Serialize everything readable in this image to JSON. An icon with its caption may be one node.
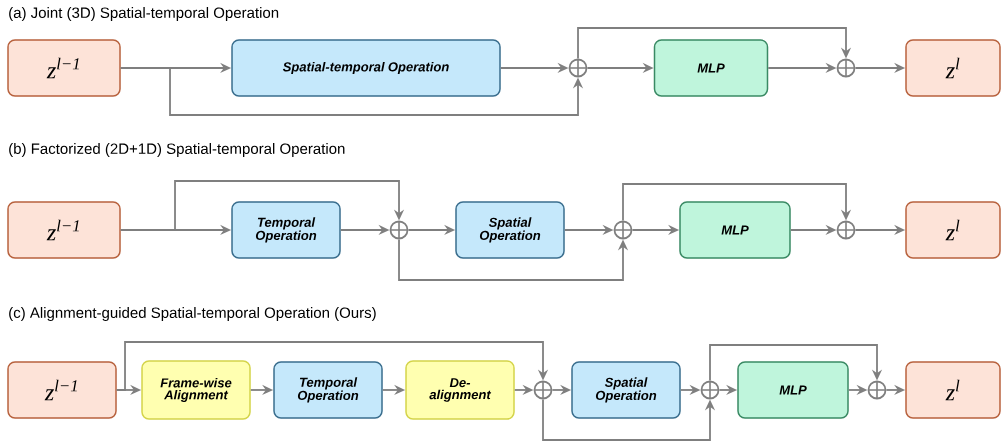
{
  "diagram": {
    "nodes": [
      {
        "text": [
          "z$^{l−1}$"
        ]
      },
      {
        "text": [
          "Spatial-temporal Operation"
        ]
      },
      {
        "text": [],
        "shape": "circle"
      },
      {
        "text": [
          "MLP"
        ]
      },
      {
        "text": [],
        "shape": "circle"
      },
      {
        "text": [
          "z$^{l}$"
        ]
      },
      {
        "text": [
          "z$^{l−1}$"
        ]
      },
      {
        "text": [
          "Temporal Operation"
        ]
      },
      {
        "text": [],
        "shape": "circle"
      },
      {
        "text": [
          "Spatial Operation"
        ]
      },
      {
        "text": [],
        "shape": "circle"
      },
      {
        "text": [
          "MLP"
        ]
      },
      {
        "text": [],
        "shape": "circle"
      },
      {
        "text": [
          "z$^{l}$"
        ]
      },
      {
        "text": [
          "z$^{l−1}$"
        ]
      },
      {
        "text": [
          "Frame-wise Alignment"
        ]
      },
      {
        "text": [
          "Temporal Operation"
        ]
      },
      {
        "text": [
          "De-alignment"
        ]
      },
      {
        "text": [],
        "shape": "circle"
      },
      {
        "text": [
          "Spatial Operation"
        ]
      },
      {
        "text": [],
        "shape": "circle"
      },
      {
        "text": [
          "MLP"
        ]
      },
      {
        "text": [],
        "shape": "circle"
      },
      {
        "text": [
          "z$^{l}$"
        ]
      }
    ],
    "edges": [
      {
        "from": 0,
        "to": 1,
        "arrow": "to"
      },
      {
        "from": 0,
        "to": 2,
        "arrow": "to"
      },
      {
        "from": 1,
        "to": 2,
        "arrow": "to"
      },
      {
        "from": 2,
        "to": 3,
        "arrow": "to"
      },
      {
        "from": 2,
        "to": 4,
        "arrow": "to"
      },
      {
        "from": 3,
        "to": 4,
        "arrow": "to"
      },
      {
        "from": 4,
        "to": 5,
        "arrow": "to"
      },
      {
        "from": 6,
        "to": 7,
        "arrow": "to"
      },
      {
        "from": 6,
        "to": 8,
        "arrow": "to"
      },
      {
        "from": 7,
        "to": 8,
        "arrow": "to"
      },
      {
        "from": 8,
        "to": 9,
        "arrow": "to"
      },
      {
        "from": 8,
        "to": 10,
        "arrow": "to"
      },
      {
        "from": 9,
        "to": 10,
        "arrow": "to"
      },
      {
        "from": 10,
        "to": 11,
        "arrow": "to"
      },
      {
        "from": 10,
        "to": 12,
        "arrow": "to"
      },
      {
        "from": 11,
        "to": 12,
        "arrow": "to"
      },
      {
        "from": 12,
        "to": 13,
        "arrow": "to"
      },
      {
        "from": 14,
        "to": 15,
        "arrow": "to"
      },
      {
        "from": 14,
        "to": 18,
        "arrow": "to"
      },
      {
        "from": 15,
        "to": 16,
        "arrow": "to"
      },
      {
        "from": 16,
        "to": 17,
        "arrow": "to"
      },
      {
        "from": 17,
        "to": 18,
        "arrow": "to"
      },
      {
        "from": 18,
        "to": 19,
        "arrow": "to"
      },
      {
        "from": 18,
        "to": 20,
        "arrow": "to"
      },
      {
        "from": 19,
        "to": 20,
        "arrow": "to"
      },
      {
        "from": 20,
        "to": 21,
        "arrow": "to"
      },
      {
        "from": 20,
        "to": 22,
        "arrow": "to"
      },
      {
        "from": 21,
        "to": 22,
        "arrow": "to"
      },
      {
        "from": 22,
        "to": 23,
        "arrow": "to"
      }
    ],
    "labels": [
      "(a) Joint (3D) Spatial-temporal Operation",
      "(b) Factorized (2D+1D) Spatial-temporal Operation",
      "(c) Alignment-guided Spatial-temporal Operation (Ours)"
    ]
  }
}
